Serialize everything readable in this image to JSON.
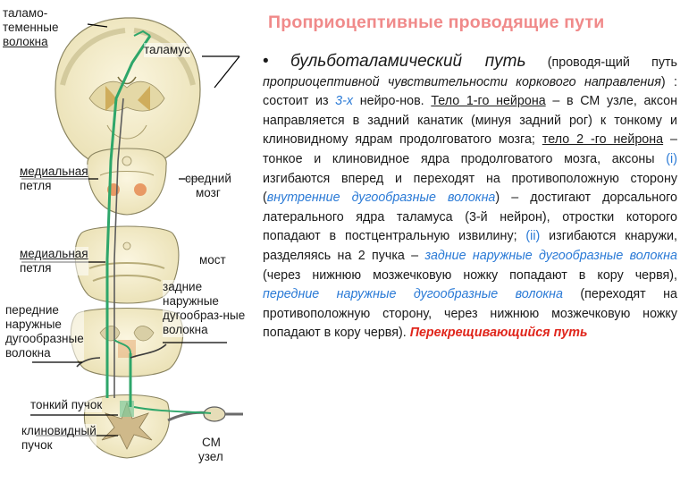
{
  "title": "Проприоцептивные проводящие пути",
  "labels": {
    "thalamo_parietal": [
      "таламо-",
      "теменные",
      "волокна"
    ],
    "thalamus": "таламус",
    "medial_lemniscus_1": [
      "медиальная",
      "петля"
    ],
    "midbrain": [
      "средний",
      "мозг"
    ],
    "medial_lemniscus_2": [
      "медиальная",
      "петля"
    ],
    "pons": "мост",
    "posterior_external": [
      "задние",
      "наружные",
      "дугообраз-ные",
      "волокна"
    ],
    "anterior_external": [
      "передние",
      "наружные",
      "дугообразные",
      "волокна"
    ],
    "gracile_fasciculus": "тонкий пучок",
    "cuneate_fasciculus": [
      "клиновидный",
      "пучок"
    ],
    "spinal_ganglion": [
      "СМ",
      "узел"
    ]
  },
  "text": {
    "bullet": "•",
    "heading": "бульботаламический путь",
    "p1": " (проводя-щий путь ",
    "p2": "проприоцептивной чувствительности коркового направления",
    "p3": ") : состоит из ",
    "p4": "3-х",
    "p5": " нейро-нов. ",
    "p6": "Тело 1-го нейрона",
    "p7": " – в СМ узле, аксон направляется в задний канатик (минуя задний рог) к тонкому и клиновидному ядрам продолговатого мозга; ",
    "p8": "тело 2 -го нейрона",
    "p9": " – тонкое и клиновидное ядра продолговатого мозга, аксоны ",
    "p10": "(i)",
    "p11": " изгибаются вперед и переходят на противоположную сторону (",
    "p12": "внутренние дугообразные волокна",
    "p13": ") – достигают дорсального латерального ядра таламуса (3-й нейрон), отростки которого попадают в постцентральную извилину; ",
    "p14": "(ii)",
    "p15": " изгибаются кнаружи, разделяясь на 2 пучка – ",
    "p16": "задние наружные дугообразные волокна",
    "p17": " (через нижнюю мозжечковую ножку попадают в кору червя), ",
    "p18": "передние наружные дугообразные волокна",
    "p19": " (переходят на противоположную сторону, через нижнюю мозжечковую ножку попадают в кору червя). ",
    "p20": "Перекрещивающийся путь"
  },
  "colors": {
    "title": "#f08a8a",
    "blue": "#2a7ad6",
    "red": "#e0251b",
    "tissue": "#f3ecc9",
    "grey_matter": "#d9cfa6",
    "pathway": "#2ea66a"
  }
}
